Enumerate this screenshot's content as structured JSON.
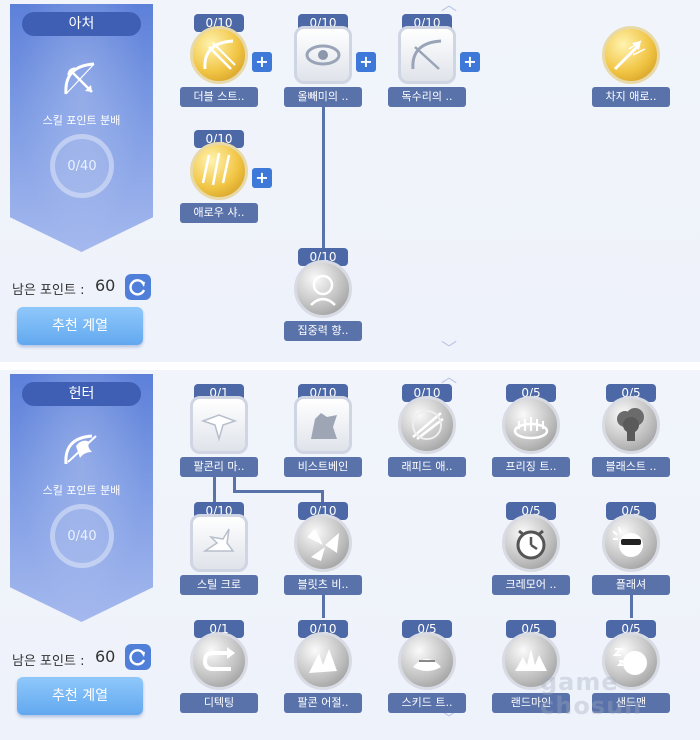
{
  "archer": {
    "job_title": "아처",
    "job_icon": "bow-icon",
    "distribution_label": "스킬 포인트 분배",
    "points_used": "0/40",
    "remaining_label": "남은 포인트 :",
    "remaining_value": "60",
    "recommend_label": "추천 계열",
    "skills": [
      {
        "name": "더블 스트..",
        "count": "0/10",
        "icon": "double-strafe-icon",
        "has_plus": true
      },
      {
        "name": "올빼미의 ..",
        "count": "0/10",
        "icon": "owl-eye-icon",
        "has_plus": true
      },
      {
        "name": "독수리의 ..",
        "count": "0/10",
        "icon": "eagle-eye-icon",
        "has_plus": true
      },
      {
        "name": "차지 애로..",
        "count": "",
        "icon": "charge-arrow-icon",
        "has_plus": false
      },
      {
        "name": "애로우 샤..",
        "count": "0/10",
        "icon": "arrow-shower-icon",
        "has_plus": true
      },
      {
        "name": "집중력 향..",
        "count": "0/10",
        "icon": "concentration-icon",
        "has_plus": false
      }
    ]
  },
  "hunter": {
    "job_title": "헌터",
    "job_icon": "falcon-bow-icon",
    "distribution_label": "스킬 포인트 분배",
    "points_used": "0/40",
    "remaining_label": "남은 포인트 :",
    "remaining_value": "60",
    "recommend_label": "추천 계열",
    "skills": [
      {
        "name": "팔콘리 마..",
        "count": "0/1",
        "icon": "falconry-icon"
      },
      {
        "name": "비스트베인",
        "count": "0/10",
        "icon": "beast-bane-icon"
      },
      {
        "name": "래피드 애..",
        "count": "0/10",
        "icon": "rapid-arrow-icon"
      },
      {
        "name": "프리징 트..",
        "count": "0/5",
        "icon": "freezing-trap-icon"
      },
      {
        "name": "블래스트 ..",
        "count": "0/5",
        "icon": "blast-mine-icon"
      },
      {
        "name": "스틸 크로",
        "count": "0/10",
        "icon": "steel-crow-icon"
      },
      {
        "name": "블릿츠 비..",
        "count": "0/10",
        "icon": "blitz-beat-icon"
      },
      {
        "name": "크레모어 ..",
        "count": "0/5",
        "icon": "claymore-icon"
      },
      {
        "name": "플래셔",
        "count": "0/5",
        "icon": "flasher-icon"
      },
      {
        "name": "디텍팅",
        "count": "0/1",
        "icon": "detecting-icon"
      },
      {
        "name": "팔콘 어절..",
        "count": "0/10",
        "icon": "falcon-assault-icon"
      },
      {
        "name": "스키드 트..",
        "count": "0/5",
        "icon": "skid-trap-icon"
      },
      {
        "name": "랜드마인",
        "count": "0/5",
        "icon": "land-mine-icon"
      },
      {
        "name": "샌드맨",
        "count": "0/5",
        "icon": "sandman-icon"
      }
    ]
  },
  "watermark": "game chosun"
}
